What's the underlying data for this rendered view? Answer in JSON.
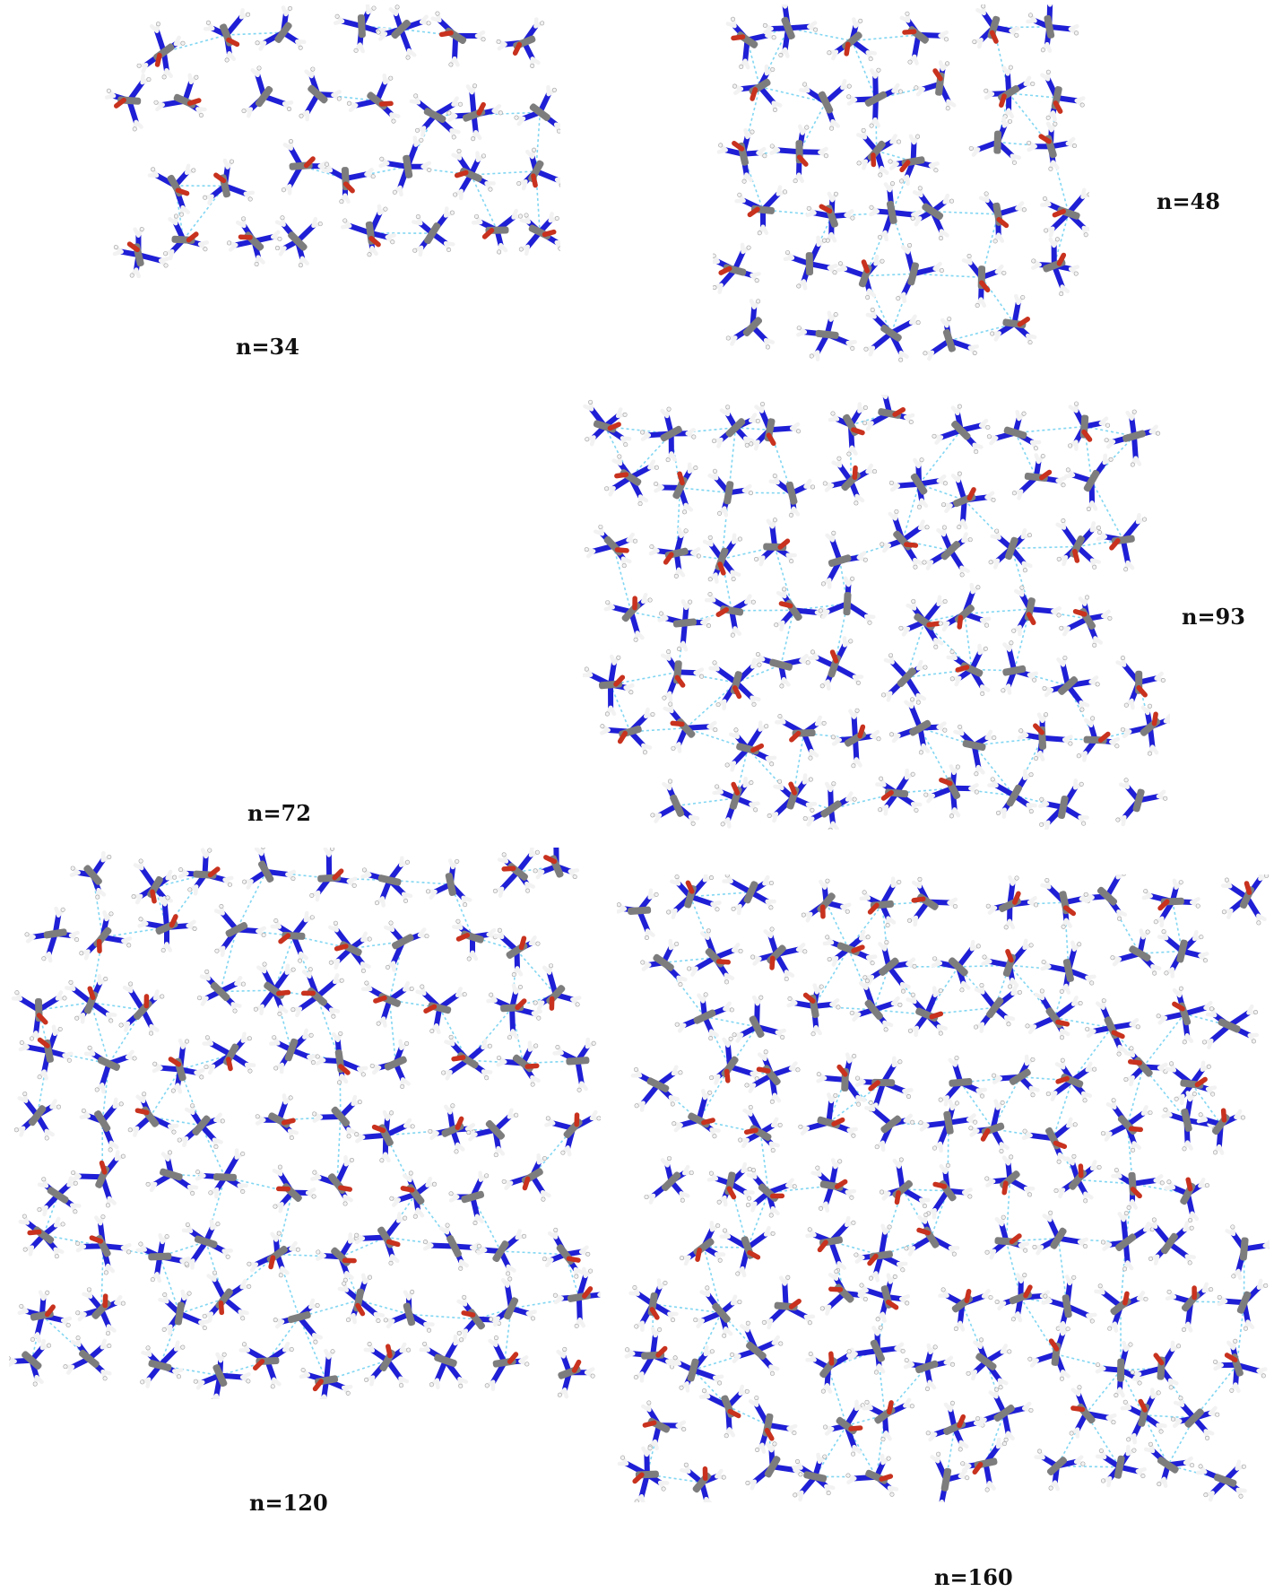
{
  "colors": {
    "nitrogen": "#1f1fd6",
    "hydrogen": "#f2f2f2",
    "hydrogen_edge": "#9a9a9a",
    "carbon": "#7d7d7d",
    "oxygen": "#c8321e",
    "hbond": "#6ccff0"
  },
  "panels": [
    {
      "id": "n34",
      "label": "n=34"
    },
    {
      "id": "n48",
      "label": "n=48"
    },
    {
      "id": "n72",
      "label": "n=72"
    },
    {
      "id": "n93",
      "label": "n=93"
    },
    {
      "id": "n120",
      "label": "n=120"
    },
    {
      "id": "n160",
      "label": "n=160"
    }
  ]
}
